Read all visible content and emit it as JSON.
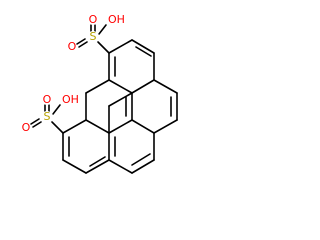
{
  "molecule": {
    "atom_labels": {
      "s_top": "S",
      "o_top_upper": "O",
      "o_top_lower": "O",
      "oh_top": "OH",
      "s_bottom": "S",
      "o_bottom_upper": "O",
      "o_bottom_lower": "O",
      "oh_bottom": "OH"
    },
    "colors": {
      "bond": "#000000",
      "sulfur": "#b8a200",
      "oxygen": "#ff0000",
      "background": "#ffffff"
    }
  }
}
